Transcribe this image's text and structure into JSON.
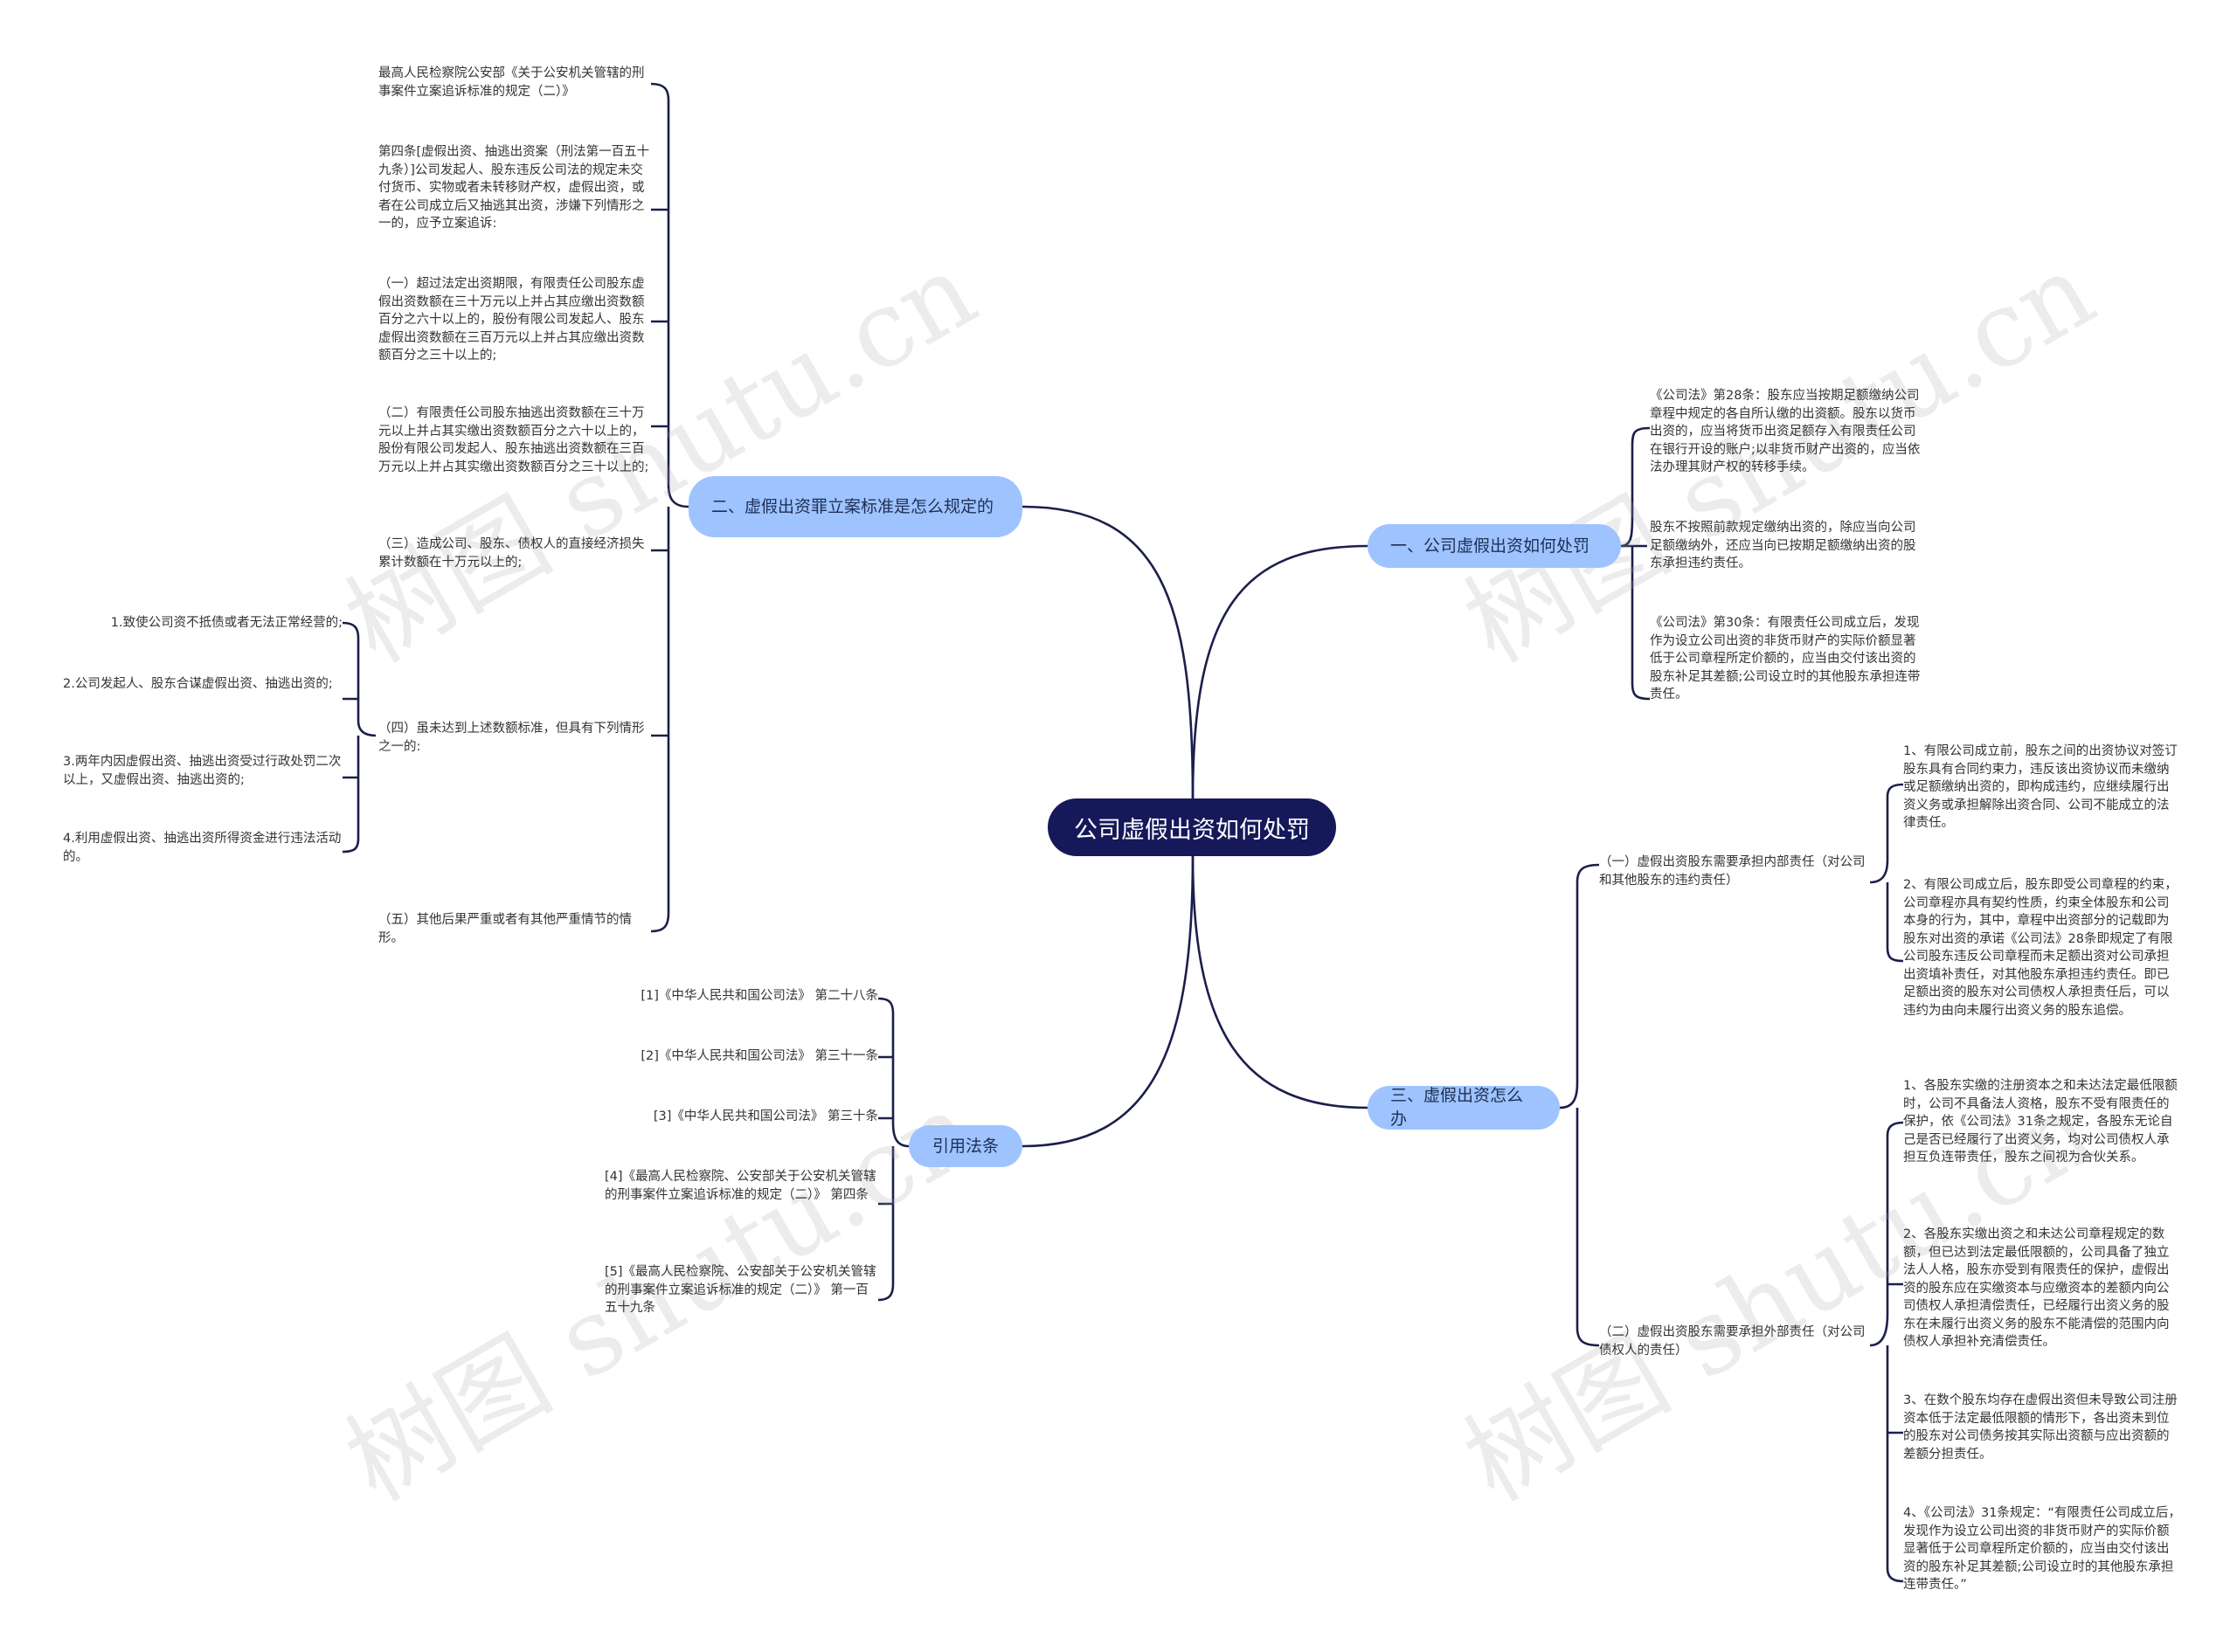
{
  "root": {
    "label": "公司虚假出资如何处罚"
  },
  "branches": {
    "b1": "一、公司虚假出资如何处罚",
    "b2": "二、虚假出资罪立案标准是怎么规定的",
    "b3": "三、虚假出资怎么办",
    "b4": "引用法条"
  },
  "b1_leaves": [
    "《公司法》第28条：股东应当按期足额缴纳公司章程中规定的各自所认缴的出资额。股东以货币出资的，应当将货币出资足额存入有限责任公司在银行开设的账户;以非货币财产出资的，应当依法办理其财产权的转移手续。",
    "股东不按照前款规定缴纳出资的，除应当向公司足额缴纳外，还应当向已按期足额缴纳出资的股东承担违约责任。",
    "《公司法》第30条：有限责任公司成立后，发现作为设立公司出资的非货币财产的实际价额显著低于公司章程所定价额的，应当由交付该出资的股东补足其差额;公司设立时的其他股东承担连带责任。"
  ],
  "b2_leaves": [
    "最高人民检察院公安部《关于公安机关管辖的刑事案件立案追诉标准的规定（二）》",
    "第四条[虚假出资、抽逃出资案（刑法第一百五十九条）]公司发起人、股东违反公司法的规定未交付货币、实物或者未转移财产权，虚假出资，或者在公司成立后又抽逃其出资，涉嫌下列情形之一的，应予立案追诉:",
    "（一）超过法定出资期限，有限责任公司股东虚假出资数额在三十万元以上并占其应缴出资数额百分之六十以上的，股份有限公司发起人、股东虚假出资数额在三百万元以上并占其应缴出资数额百分之三十以上的;",
    "（二）有限责任公司股东抽逃出资数额在三十万元以上并占其实缴出资数额百分之六十以上的，股份有限公司发起人、股东抽逃出资数额在三百万元以上并占其实缴出资数额百分之三十以上的;",
    "（三）造成公司、股东、债权人的直接经济损失累计数额在十万元以上的;",
    "（四）虽未达到上述数额标准，但具有下列情形之一的:",
    "（五）其他后果严重或者有其他严重情节的情形。"
  ],
  "b2_sub_leaves": [
    "1.致使公司资不抵债或者无法正常经营的;",
    "2.公司发起人、股东合谋虚假出资、抽逃出资的;",
    "3.两年内因虚假出资、抽逃出资受过行政处罚二次以上，又虚假出资、抽逃出资的;",
    "4.利用虚假出资、抽逃出资所得资金进行违法活动的。"
  ],
  "b3_mid": [
    "（一）虚假出资股东需要承担内部责任（对公司和其他股东的违约责任）",
    "（二）虚假出资股东需要承担外部责任（对公司债权人的责任）"
  ],
  "b3_mid1_leaves": [
    "1、有限公司成立前，股东之间的出资协议对签订股东具有合同约束力，违反该出资协议而未缴纳或足额缴纳出资的，即构成违约，应继续履行出资义务或承担解除出资合同、公司不能成立的法律责任。",
    "2、有限公司成立后，股东即受公司章程的约束，公司章程亦具有契约性质，约束全体股东和公司本身的行为，其中，章程中出资部分的记载即为股东对出资的承诺《公司法》28条即规定了有限公司股东违反公司章程而未足额出资对公司承担出资填补责任，对其他股东承担违约责任。即已足额出资的股东对公司债权人承担责任后，可以违约为由向未履行出资义务的股东追偿。"
  ],
  "b3_mid2_leaves": [
    "1、各股东实缴的注册资本之和未达法定最低限额时，公司不具备法人资格，股东不受有限责任的保护，依《公司法》31条之规定，各股东无论自己是否已经履行了出资义务，均对公司债权人承担互负连带责任，股东之间视为合伙关系。",
    "2、各股东实缴出资之和未达公司章程规定的数额，但已达到法定最低限额的，公司具备了独立法人人格，股东亦受到有限责任的保护，虚假出资的股东应在实缴资本与应缴资本的差额内向公司债权人承担清偿责任，已经履行出资义务的股东在未履行出资义务的股东不能清偿的范围内向债权人承担补充清偿责任。",
    "3、在数个股东均存在虚假出资但未导致公司注册资本低于法定最低限额的情形下，各出资未到位的股东对公司债务按其实际出资额与应出资额的差额分担责任。",
    "4、《公司法》31条规定：“有限责任公司成立后，发现作为设立公司出资的非货币财产的实际价额显著低于公司章程所定价额的，应当由交付该出资的股东补足其差额;公司设立时的其他股东承担连带责任。”"
  ],
  "b4_leaves": [
    "[1]《中华人民共和国公司法》 第二十八条",
    "[2]《中华人民共和国公司法》 第三十一条",
    "[3]《中华人民共和国公司法》 第三十条",
    "[4]《最高人民检察院、公安部关于公安机关管辖的刑事案件立案追诉标准的规定（二）》 第四条",
    "[5]《最高人民检察院、公安部关于公安机关管辖的刑事案件立案追诉标准的规定（二）》 第一百五十九条"
  ],
  "watermark": "树图 shutu.cn",
  "colors": {
    "root": "#15195a",
    "branch": "#9ec3ff",
    "line": "#1b1f4a"
  }
}
